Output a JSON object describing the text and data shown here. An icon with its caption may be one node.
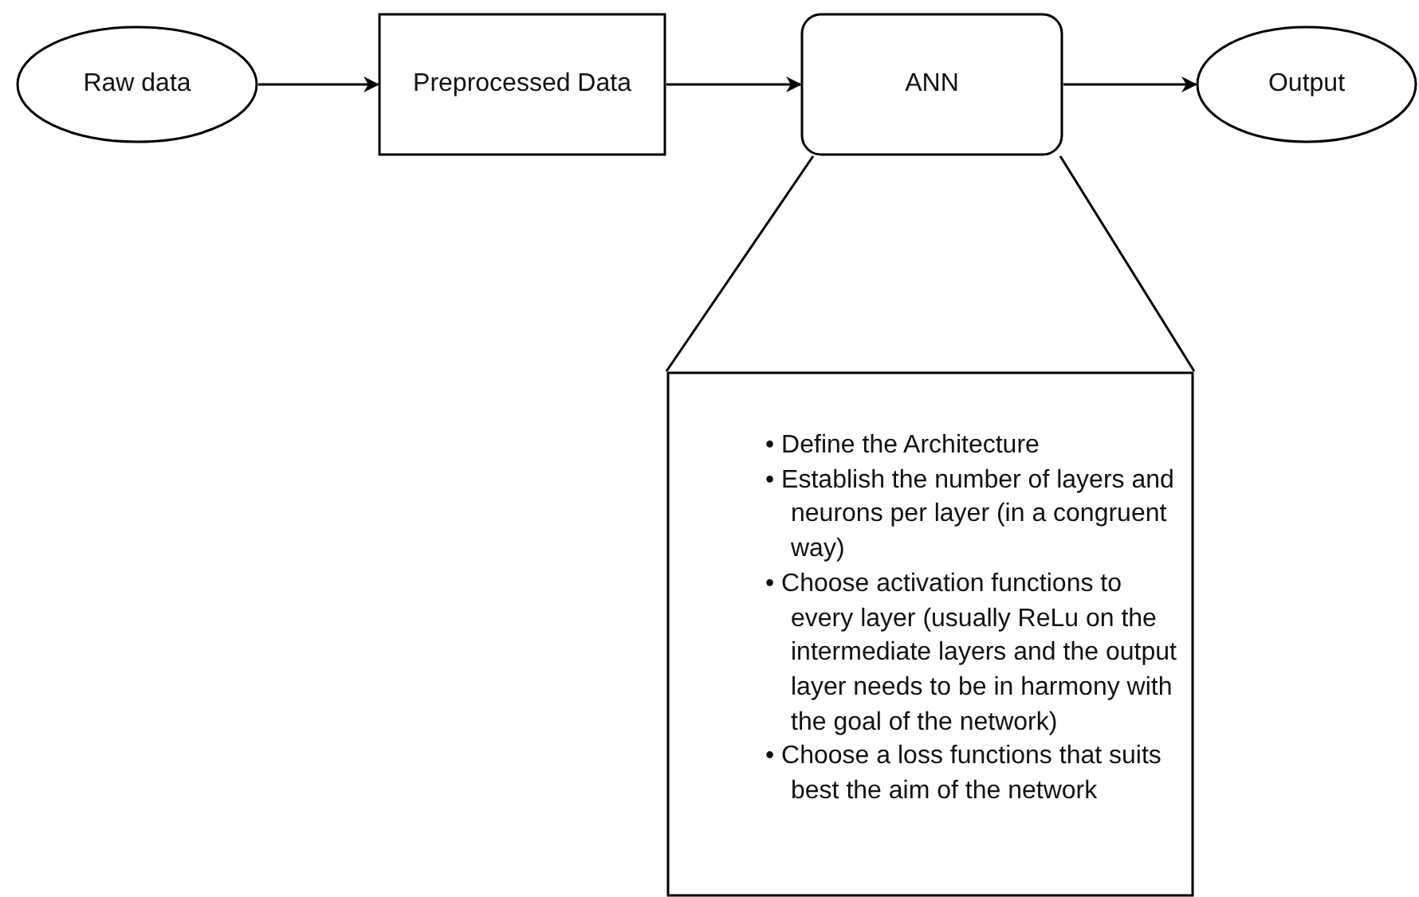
{
  "diagram": {
    "nodes": [
      {
        "text": [
          "Raw data"
        ]
      },
      {
        "text": [
          "Preprocessed Data"
        ]
      },
      {
        "text": [
          "ANN"
        ]
      },
      {
        "text": [
          "Output"
        ]
      },
      {
        "text": [
          "• Define the Architecture",
          "• Establish the number of layers and neurons per layer (in a congruent way)",
          "• Choose activation functions to every layer (usually ReLu on the intermediate layers and the output layer needs to be in harmony with the goal of the network)",
          "• Choose a loss functions that suits best the aim of the network"
        ]
      }
    ],
    "edges": [
      {
        "from": 0,
        "to": 1,
        "arrow": "to"
      },
      {
        "from": 1,
        "to": 2,
        "arrow": "to"
      },
      {
        "from": 2,
        "to": 3,
        "arrow": "to"
      },
      {
        "from": 2,
        "to": 4,
        "arrow": "none"
      },
      {
        "from": 2,
        "to": 4,
        "arrow": "none"
      }
    ]
  }
}
